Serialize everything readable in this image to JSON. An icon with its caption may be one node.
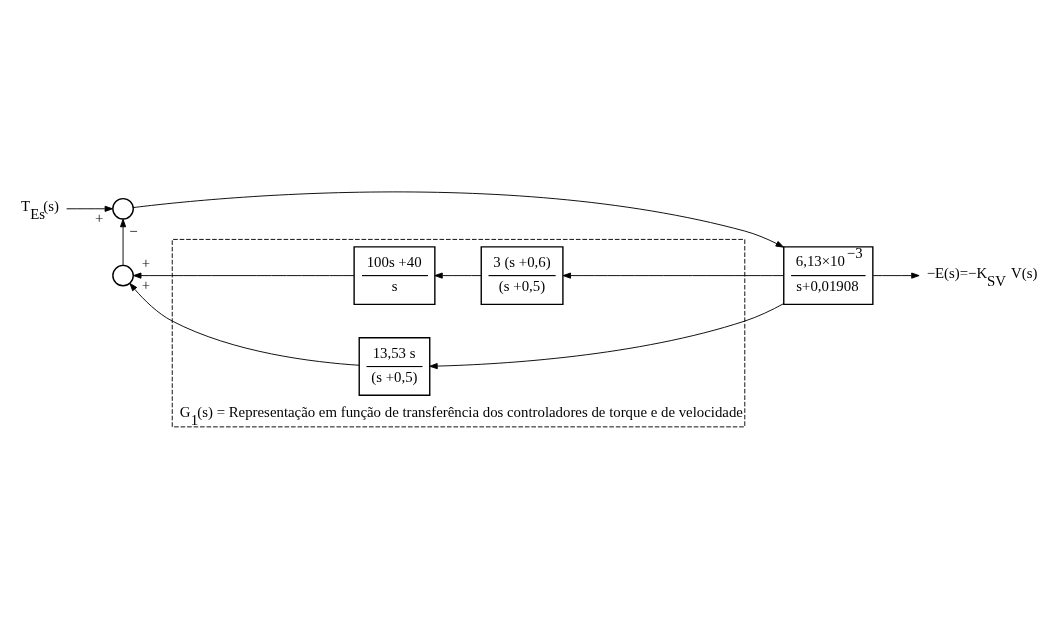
{
  "diagram": {
    "nodes": [
      {
        "text": [
          "T$_{Es}$(s)"
        ]
      },
      {
        "text": [],
        "shape": "circle"
      },
      {
        "text": [
          "6,13×10$^{−3}$",
          "s+0,01908"
        ]
      },
      {
        "text": [
          "G$_{1}$(s) = Representação em função de transferência dos controladores de torque e de velocidade"
        ]
      },
      {
        "text": [
          "13,53 s",
          "(s +0,5)"
        ],
        "in": 3
      },
      {
        "text": [],
        "shape": "circle"
      },
      {
        "text": [
          "3 (s +0,6)",
          "(s +0,5)"
        ],
        "in": 3
      },
      {
        "text": [
          "100s +40",
          "s"
        ],
        "in": 3
      },
      {
        "text": [
          "−E(s)=−K$_{SV}$ V(s)"
        ]
      }
    ],
    "edges": [
      {
        "from": 0,
        "to": 1,
        "arrow": "to",
        "label": "+"
      },
      {
        "from": 1,
        "to": 2,
        "arrow": "to"
      },
      {
        "from": 2,
        "to": 8,
        "arrow": "to"
      },
      {
        "from": 2,
        "to": 4,
        "arrow": "to"
      },
      {
        "from": 2,
        "to": 6,
        "arrow": "to"
      },
      {
        "from": 6,
        "to": 7,
        "arrow": "to"
      },
      {
        "from": 4,
        "to": 5,
        "arrow": "to",
        "label": "+"
      },
      {
        "from": 7,
        "to": 5,
        "arrow": "to",
        "label": "+"
      },
      {
        "from": 5,
        "to": 1,
        "arrow": "to",
        "label": "−"
      }
    ]
  }
}
